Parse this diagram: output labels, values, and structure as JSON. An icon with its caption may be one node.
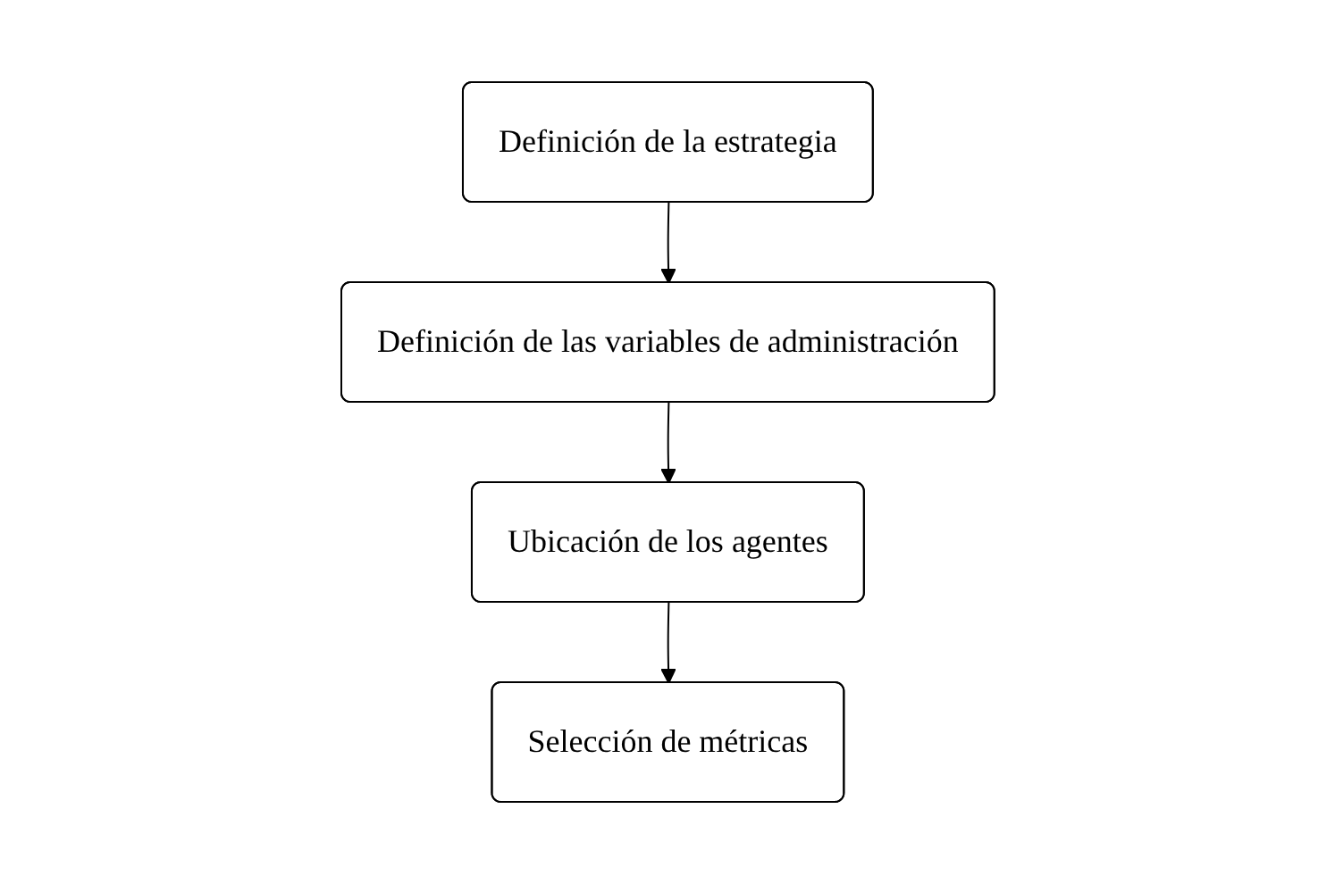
{
  "diagram": {
    "nodes": [
      {
        "text": [
          "Definición de la estrategia"
        ]
      },
      {
        "text": [
          "Definición de las variables de administración"
        ]
      },
      {
        "text": [
          "Ubicación de los agentes"
        ]
      },
      {
        "text": [
          "Selección de métricas"
        ]
      }
    ],
    "edges": [
      {
        "from": 0,
        "to": 1,
        "arrow": "to"
      },
      {
        "from": 1,
        "to": 2,
        "arrow": "to"
      },
      {
        "from": 2,
        "to": 3,
        "arrow": "to"
      }
    ]
  }
}
